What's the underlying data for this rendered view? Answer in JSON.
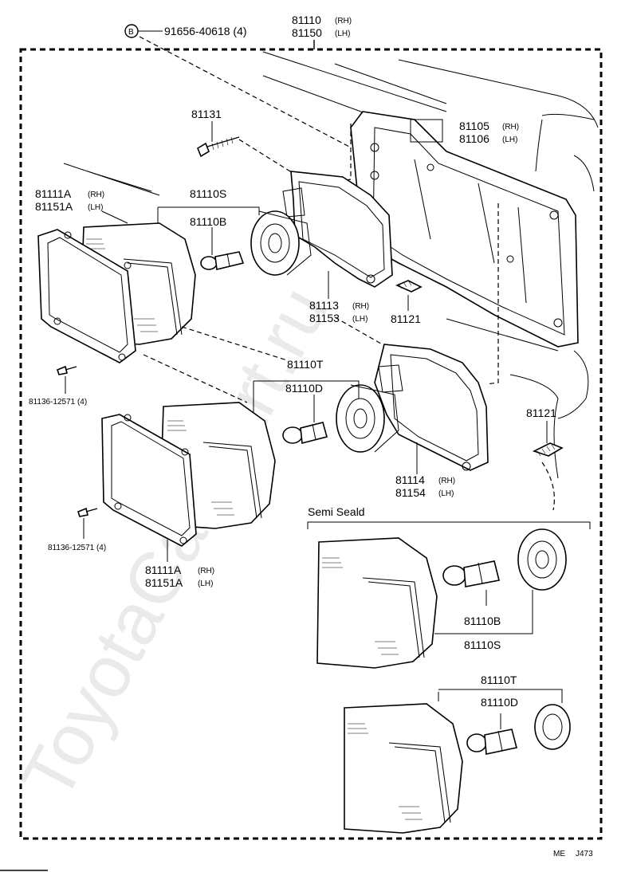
{
  "watermark": "ToyotaCarMart.ru",
  "header": {
    "bolt_marker": "B",
    "bolt_part": "91656-40618 (4)",
    "assembly_rh": "81110",
    "assembly_lh": "81150",
    "rh_suffix": "(RH)",
    "lh_suffix": "(LH)"
  },
  "labels": {
    "p81131": "81131",
    "p81105": "81105",
    "p81106": "81106",
    "p81111A_top": "81111A",
    "p81151A_top": "81151A",
    "p81110S_top": "81110S",
    "p81110B_top": "81110B",
    "p81113": "81113",
    "p81153": "81153",
    "p81121_a": "81121",
    "p81136_a": "81136-12571 (4)",
    "p81110T_mid": "81110T",
    "p81110D_mid": "81110D",
    "p81121_b": "81121",
    "p81114": "81114",
    "p81154": "81154",
    "semi_seald": "Semi Seald",
    "p81136_b": "81136-12571 (4)",
    "p81111A_bot": "81111A",
    "p81151A_bot": "81151A",
    "p81110B_semi": "81110B",
    "p81110S_semi": "81110S",
    "p81110T_semi": "81110T",
    "p81110D_semi": "81110D"
  },
  "footer": {
    "code_prefix": "ME",
    "code": "J473"
  }
}
